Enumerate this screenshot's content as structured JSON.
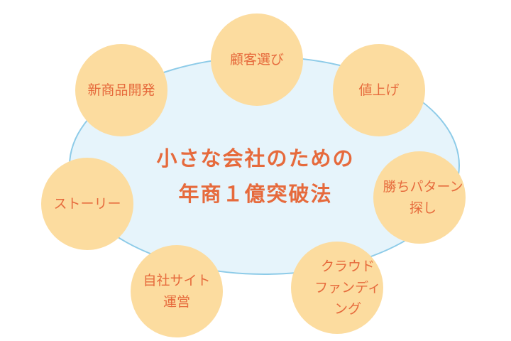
{
  "center": {
    "line1": "小さな会社のための",
    "line2": "年商１億突破法"
  },
  "nodes": [
    {
      "label": "顧客選び"
    },
    {
      "label": "値上げ"
    },
    {
      "label": "勝ちパターン\n探し"
    },
    {
      "label": "クラウド\nファンディング"
    },
    {
      "label": "自社サイト\n運営"
    },
    {
      "label": "ストーリー"
    },
    {
      "label": "新商品開発"
    }
  ],
  "colors": {
    "ellipse_fill": "#e6f4fb",
    "ellipse_stroke": "#8dcbe8",
    "node_fill": "#fcdc9f",
    "text": "#e66a3c"
  }
}
